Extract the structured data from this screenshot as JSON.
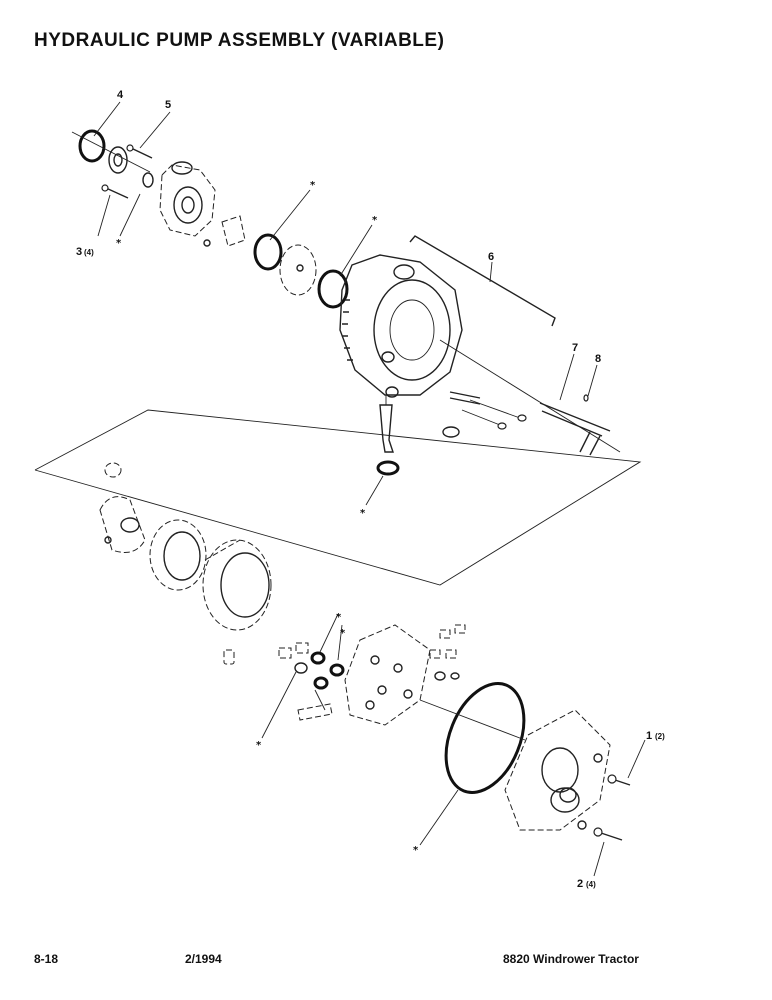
{
  "page": {
    "title": "HYDRAULIC PUMP ASSEMBLY (VARIABLE)",
    "footer_left": "8-18",
    "footer_mid": "2/1994",
    "footer_right": "8820 Windrower Tractor"
  },
  "callouts": {
    "c1": "1",
    "c1_qty": "(2)",
    "c2": "2",
    "c2_qty": "(4)",
    "c3": "3",
    "c3_qty": "(4)",
    "c4": "4",
    "c5": "5",
    "c6": "6",
    "c7": "7",
    "c8": "8",
    "asterisk": "*"
  }
}
